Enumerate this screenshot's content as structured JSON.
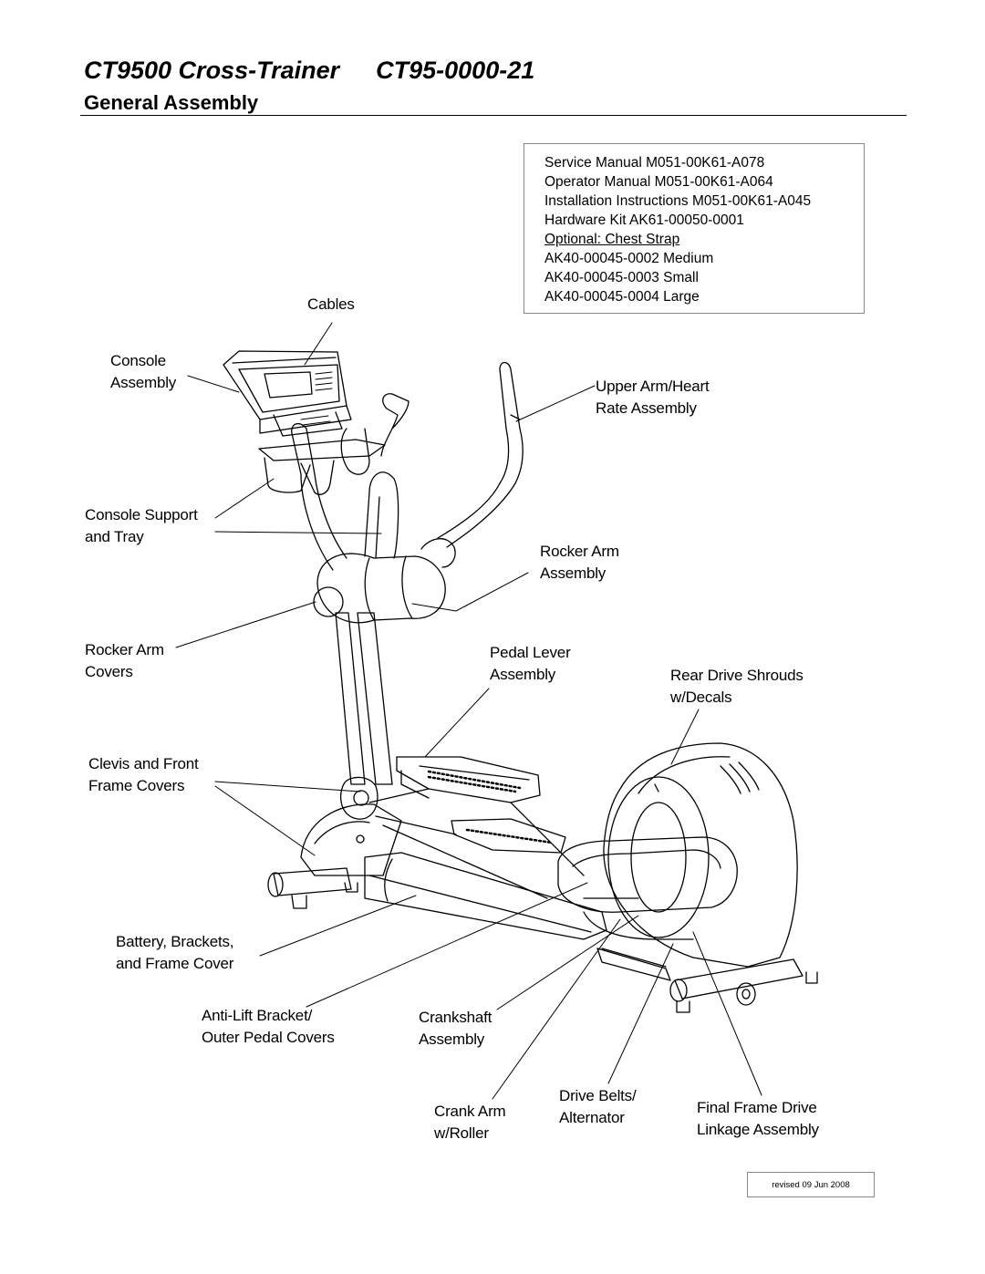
{
  "header": {
    "title": "CT9500 Cross-Trainer",
    "model": "CT95-0000-21",
    "subtitle": "General Assembly"
  },
  "info_box": {
    "lines": [
      "Service Manual M051-00K61-A078",
      "Operator Manual M051-00K61-A064",
      "Installation Instructions M051-00K61-A045",
      "Hardware Kit AK61-00050-0001",
      "Optional: Chest Strap",
      "AK40-00045-0002 Medium",
      "AK40-00045-0003 Small",
      "AK40-00045-0004 Large"
    ]
  },
  "labels": {
    "cables": "Cables",
    "console_1": "Console",
    "console_2": "Assembly",
    "upper_arm_1": "Upper Arm/Heart",
    "upper_arm_2": "Rate Assembly",
    "console_support_1": "Console Support",
    "console_support_2": "and Tray",
    "rocker_arm_assy_1": "Rocker Arm",
    "rocker_arm_assy_2": "Assembly",
    "rocker_covers_1": "Rocker Arm",
    "rocker_covers_2": "Covers",
    "pedal_lever_1": "Pedal Lever",
    "pedal_lever_2": "Assembly",
    "rear_drive_1": "Rear Drive Shrouds",
    "rear_drive_2": "w/Decals",
    "clevis_1": "Clevis and Front",
    "clevis_2": "Frame Covers",
    "battery_1": "Battery, Brackets,",
    "battery_2": "and Frame Cover",
    "antilift_1": "Anti-Lift Bracket/",
    "antilift_2": "Outer Pedal Covers",
    "crankshaft_1": "Crankshaft",
    "crankshaft_2": "Assembly",
    "crank_arm_1": "Crank Arm",
    "crank_arm_2": "w/Roller",
    "drive_belts_1": "Drive Belts/",
    "drive_belts_2": "Alternator",
    "final_frame_1": "Final Frame Drive",
    "final_frame_2": "Linkage Assembly"
  },
  "footer": {
    "revised": "revised 09 Jun 2008"
  }
}
